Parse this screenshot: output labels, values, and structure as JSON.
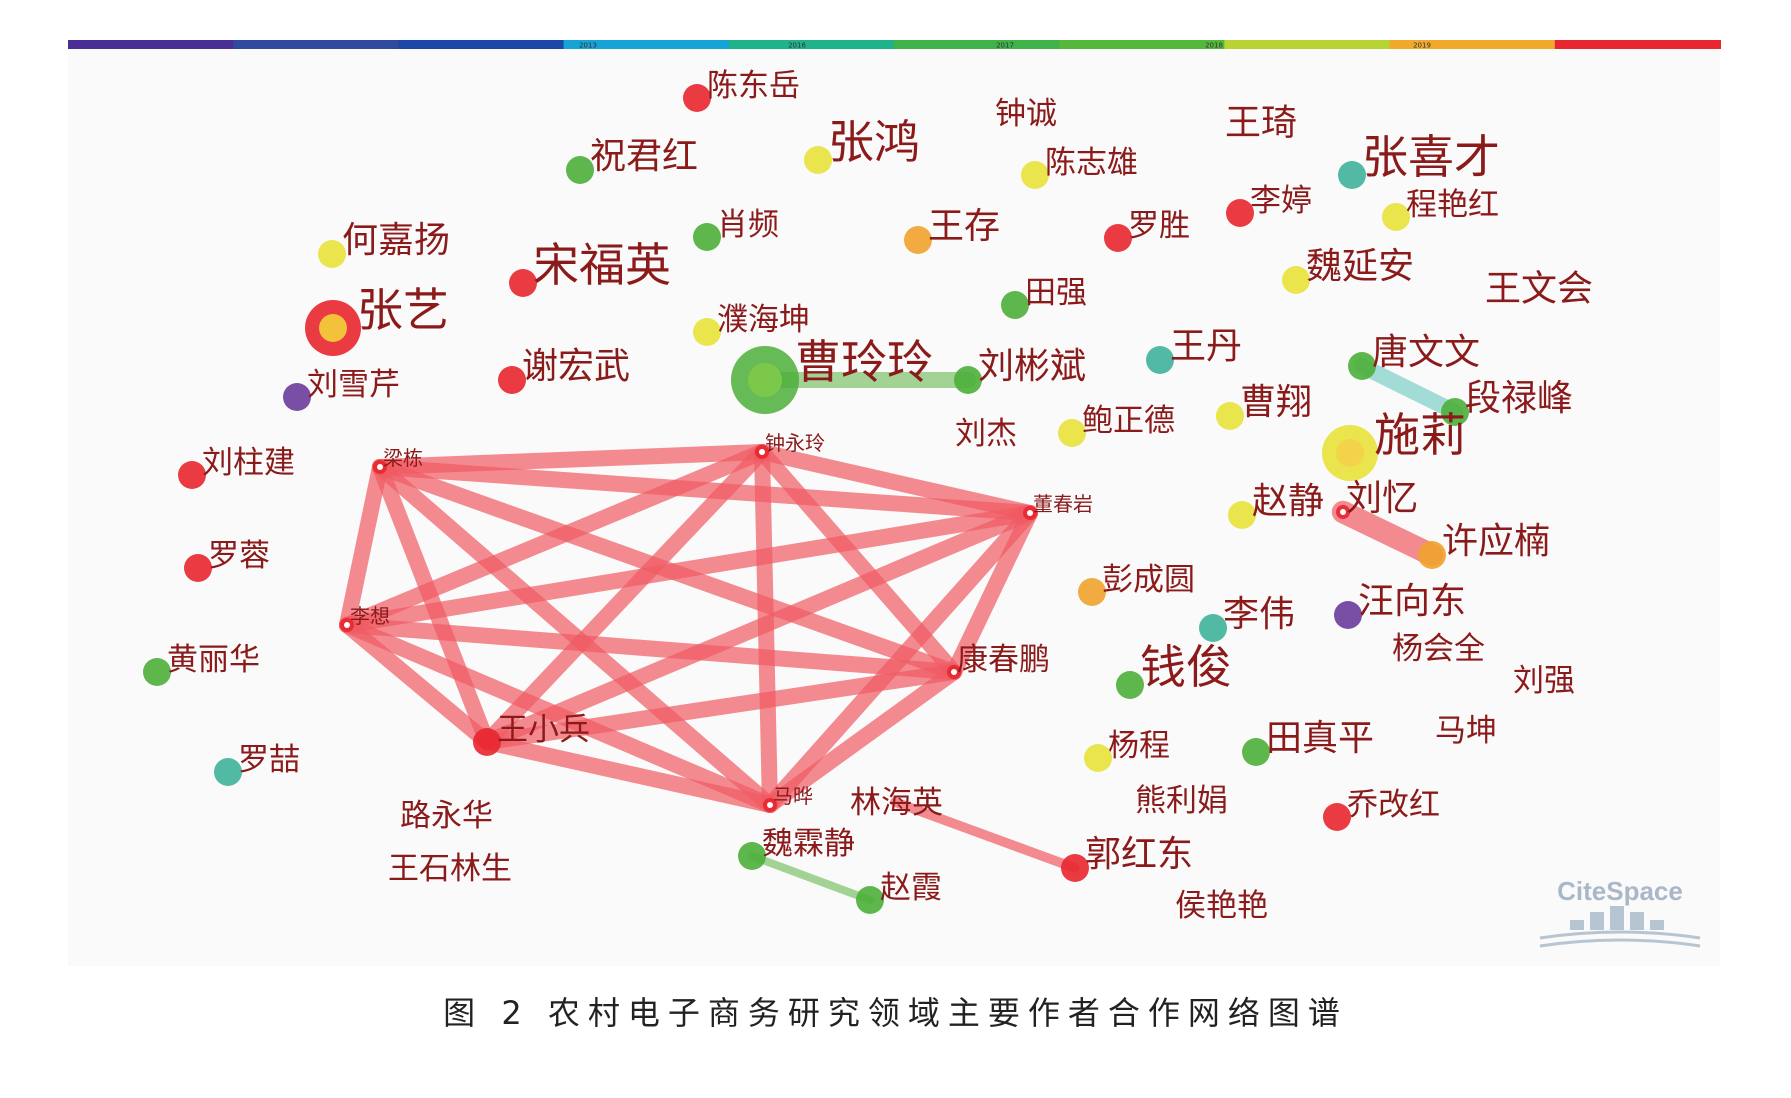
{
  "timeline": {
    "years": [
      "2013",
      "2016",
      "2017",
      "2018",
      "2019"
    ],
    "colors": [
      "#4b2d96",
      "#2f4a9f",
      "#1c47a6",
      "#16a3d6",
      "#1fb38b",
      "#3fb24a",
      "#55b83a",
      "#b8d335",
      "#f0a92c",
      "#e8262f"
    ]
  },
  "watermark": "CiteSpace",
  "caption": "图 2   农村电子商务研究领域主要作者合作网络图谱",
  "colors": {
    "red": "#e8262f",
    "green": "#4caf3a",
    "yellow": "#e8e23a",
    "teal": "#3fb39a",
    "purple": "#6a3c9c",
    "orange": "#f0a22c",
    "label": "#8b1a1a",
    "edge_red": "#ef5a63",
    "edge_green": "#7dc06a",
    "edge_teal": "#7ecfc8"
  },
  "nodes": [
    {
      "id": "chendongyue",
      "label": "陈东岳",
      "color": "red",
      "size": "s",
      "font": "m"
    },
    {
      "id": "zhongcheng",
      "label": "钟诚",
      "color": "none",
      "size": "none",
      "font": "m"
    },
    {
      "id": "wangqi",
      "label": "王琦",
      "color": "none",
      "size": "none",
      "font": "l"
    },
    {
      "id": "zhujunhong",
      "label": "祝君红",
      "color": "green",
      "size": "s",
      "font": "l"
    },
    {
      "id": "zhanghong",
      "label": "张鸿",
      "color": "yellow",
      "size": "s",
      "font": "xl"
    },
    {
      "id": "chenzhixiong",
      "label": "陈志雄",
      "color": "yellow",
      "size": "s",
      "font": "m"
    },
    {
      "id": "zhangxicai",
      "label": "张喜才",
      "color": "teal",
      "size": "s",
      "font": "xl"
    },
    {
      "id": "liting",
      "label": "李婷",
      "color": "red",
      "size": "s",
      "font": "m"
    },
    {
      "id": "chengyanhong",
      "label": "程艳红",
      "color": "yellow",
      "size": "s",
      "font": "m"
    },
    {
      "id": "xiaopin",
      "label": "肖频",
      "color": "green",
      "size": "s",
      "font": "m"
    },
    {
      "id": "wangcun",
      "label": "王存",
      "color": "orange",
      "size": "s",
      "font": "l"
    },
    {
      "id": "luosheng",
      "label": "罗胜",
      "color": "red",
      "size": "s",
      "font": "m"
    },
    {
      "id": "hejiayang",
      "label": "何嘉扬",
      "color": "yellow",
      "size": "s",
      "font": "l"
    },
    {
      "id": "songfuying",
      "label": "宋福英",
      "color": "red",
      "size": "s",
      "font": "xl"
    },
    {
      "id": "weiyanan",
      "label": "魏延安",
      "color": "yellow",
      "size": "s",
      "font": "l"
    },
    {
      "id": "tianqiang",
      "label": "田强",
      "color": "green",
      "size": "s",
      "font": "m"
    },
    {
      "id": "wangwenhui",
      "label": "王文会",
      "color": "none",
      "size": "none",
      "font": "l"
    },
    {
      "id": "zhangyi",
      "label": "张艺",
      "color": "red",
      "size": "l",
      "font": "xl"
    },
    {
      "id": "puhaikun",
      "label": "濮海坤",
      "color": "yellow",
      "size": "s",
      "font": "m"
    },
    {
      "id": "caolingling",
      "label": "曹玲玲",
      "color": "green",
      "size": "xl",
      "font": "xl"
    },
    {
      "id": "liubinbin",
      "label": "刘彬斌",
      "color": "green",
      "size": "s",
      "font": "l"
    },
    {
      "id": "wangdan",
      "label": "王丹",
      "color": "teal",
      "size": "s",
      "font": "l"
    },
    {
      "id": "tangwenwen",
      "label": "唐文文",
      "color": "green",
      "size": "s",
      "font": "l"
    },
    {
      "id": "liuxueqin",
      "label": "刘雪芹",
      "color": "purple",
      "size": "s",
      "font": "m"
    },
    {
      "id": "xiehongwu",
      "label": "谢宏武",
      "color": "red",
      "size": "s",
      "font": "l"
    },
    {
      "id": "duanlufeng",
      "label": "段禄峰",
      "color": "green",
      "size": "s",
      "font": "l"
    },
    {
      "id": "caoxiang",
      "label": "曹翔",
      "color": "yellow",
      "size": "s",
      "font": "l"
    },
    {
      "id": "baozhengde",
      "label": "鲍正德",
      "color": "yellow",
      "size": "s",
      "font": "m"
    },
    {
      "id": "liujie",
      "label": "刘杰",
      "color": "none",
      "size": "none",
      "font": "m"
    },
    {
      "id": "shili",
      "label": "施莉",
      "color": "yellow",
      "size": "l",
      "font": "xl"
    },
    {
      "id": "liuzhujian",
      "label": "刘柱建",
      "color": "red",
      "size": "s",
      "font": "m"
    },
    {
      "id": "lianglian",
      "label": "梁栋",
      "color": "red",
      "size": "xs",
      "font": "s"
    },
    {
      "id": "zhongyongling",
      "label": "钟永玲",
      "color": "red",
      "size": "xs",
      "font": "s"
    },
    {
      "id": "dongchunyan",
      "label": "董春岩",
      "color": "red",
      "size": "xs",
      "font": "s"
    },
    {
      "id": "zhaojing",
      "label": "赵静",
      "color": "yellow",
      "size": "s",
      "font": "l"
    },
    {
      "id": "liuyi",
      "label": "刘忆",
      "color": "red",
      "size": "xs",
      "font": "l"
    },
    {
      "id": "xuyingnan",
      "label": "许应楠",
      "color": "orange",
      "size": "s",
      "font": "l"
    },
    {
      "id": "luorong",
      "label": "罗蓉",
      "color": "red",
      "size": "s",
      "font": "m"
    },
    {
      "id": "pengchengyuan",
      "label": "彭成圆",
      "color": "orange",
      "size": "s",
      "font": "m"
    },
    {
      "id": "lixiang",
      "label": "李想",
      "color": "red",
      "size": "xs",
      "font": "s"
    },
    {
      "id": "liwei",
      "label": "李伟",
      "color": "teal",
      "size": "s",
      "font": "l"
    },
    {
      "id": "wangxiangdong",
      "label": "汪向东",
      "color": "purple",
      "size": "s",
      "font": "l"
    },
    {
      "id": "yanghuiquan",
      "label": "杨会全",
      "color": "none",
      "size": "none",
      "font": "m"
    },
    {
      "id": "huanglihua",
      "label": "黄丽华",
      "color": "green",
      "size": "s",
      "font": "m"
    },
    {
      "id": "kangchunpeng",
      "label": "康春鹏",
      "color": "red",
      "size": "xs",
      "font": "m"
    },
    {
      "id": "qianjun",
      "label": "钱俊",
      "color": "green",
      "size": "s",
      "font": "xl"
    },
    {
      "id": "liuqiang",
      "label": "刘强",
      "color": "none",
      "size": "none",
      "font": "m"
    },
    {
      "id": "wangxiaobing",
      "label": "王小兵",
      "color": "red",
      "size": "s",
      "font": "m"
    },
    {
      "id": "yangcheng",
      "label": "杨程",
      "color": "yellow",
      "size": "s",
      "font": "m"
    },
    {
      "id": "tianzhenping",
      "label": "田真平",
      "color": "green",
      "size": "s",
      "font": "l"
    },
    {
      "id": "makun",
      "label": "马坤",
      "color": "none",
      "size": "none",
      "font": "m"
    },
    {
      "id": "luozhe",
      "label": "罗喆",
      "color": "teal",
      "size": "s",
      "font": "m"
    },
    {
      "id": "mahua",
      "label": "马晔",
      "color": "red",
      "size": "xs",
      "font": "s"
    },
    {
      "id": "luyonghua",
      "label": "路永华",
      "color": "none",
      "size": "none",
      "font": "m"
    },
    {
      "id": "linhaiying",
      "label": "林海英",
      "color": "none",
      "size": "none",
      "font": "m"
    },
    {
      "id": "xionglijuan",
      "label": "熊利娟",
      "color": "none",
      "size": "none",
      "font": "m"
    },
    {
      "id": "qiaogaihong",
      "label": "乔改红",
      "color": "red",
      "size": "s",
      "font": "m"
    },
    {
      "id": "weilinjing",
      "label": "魏霖静",
      "color": "green",
      "size": "s",
      "font": "m"
    },
    {
      "id": "guohongdong",
      "label": "郭红东",
      "color": "red",
      "size": "s",
      "font": "l"
    },
    {
      "id": "wangshilinsheng",
      "label": "王石林生",
      "color": "none",
      "size": "none",
      "font": "m"
    },
    {
      "id": "zhaoxia",
      "label": "赵霞",
      "color": "green",
      "size": "s",
      "font": "m"
    },
    {
      "id": "houyanyan",
      "label": "侯艳艳",
      "color": "none",
      "size": "none",
      "font": "m"
    }
  ],
  "edges": [
    {
      "from": "caolingling",
      "to": "liubinbin",
      "color": "edge_green",
      "weight": 1
    },
    {
      "from": "tangwenwen",
      "to": "duanlufeng",
      "color": "edge_teal",
      "weight": 1
    },
    {
      "from": "liuyi",
      "to": "xuyingnan",
      "color": "edge_red",
      "weight": 1.4
    },
    {
      "from": "weilinjing",
      "to": "zhaoxia",
      "color": "edge_green",
      "weight": 0.5
    },
    {
      "from": "linhaiying",
      "to": "guohongdong",
      "color": "edge_red",
      "weight": 0.6
    },
    {
      "from": "lianglian",
      "to": "zhongyongling",
      "color": "edge_red",
      "weight": 1
    },
    {
      "from": "lianglian",
      "to": "dongchunyan",
      "color": "edge_red",
      "weight": 1
    },
    {
      "from": "lianglian",
      "to": "lixiang",
      "color": "edge_red",
      "weight": 1
    },
    {
      "from": "lianglian",
      "to": "kangchunpeng",
      "color": "edge_red",
      "weight": 1
    },
    {
      "from": "lianglian",
      "to": "wangxiaobing",
      "color": "edge_red",
      "weight": 1
    },
    {
      "from": "lianglian",
      "to": "mahua",
      "color": "edge_red",
      "weight": 1
    },
    {
      "from": "zhongyongling",
      "to": "dongchunyan",
      "color": "edge_red",
      "weight": 1
    },
    {
      "from": "zhongyongling",
      "to": "lixiang",
      "color": "edge_red",
      "weight": 1
    },
    {
      "from": "zhongyongling",
      "to": "kangchunpeng",
      "color": "edge_red",
      "weight": 1
    },
    {
      "from": "zhongyongling",
      "to": "wangxiaobing",
      "color": "edge_red",
      "weight": 1
    },
    {
      "from": "zhongyongling",
      "to": "mahua",
      "color": "edge_red",
      "weight": 1
    },
    {
      "from": "dongchunyan",
      "to": "lixiang",
      "color": "edge_red",
      "weight": 1
    },
    {
      "from": "dongchunyan",
      "to": "kangchunpeng",
      "color": "edge_red",
      "weight": 1
    },
    {
      "from": "dongchunyan",
      "to": "wangxiaobing",
      "color": "edge_red",
      "weight": 1
    },
    {
      "from": "dongchunyan",
      "to": "mahua",
      "color": "edge_red",
      "weight": 1
    },
    {
      "from": "lixiang",
      "to": "kangchunpeng",
      "color": "edge_red",
      "weight": 1
    },
    {
      "from": "lixiang",
      "to": "wangxiaobing",
      "color": "edge_red",
      "weight": 1
    },
    {
      "from": "lixiang",
      "to": "mahua",
      "color": "edge_red",
      "weight": 1
    },
    {
      "from": "kangchunpeng",
      "to": "wangxiaobing",
      "color": "edge_red",
      "weight": 1
    },
    {
      "from": "kangchunpeng",
      "to": "mahua",
      "color": "edge_red",
      "weight": 1
    },
    {
      "from": "wangxiaobing",
      "to": "mahua",
      "color": "edge_red",
      "weight": 1
    }
  ]
}
